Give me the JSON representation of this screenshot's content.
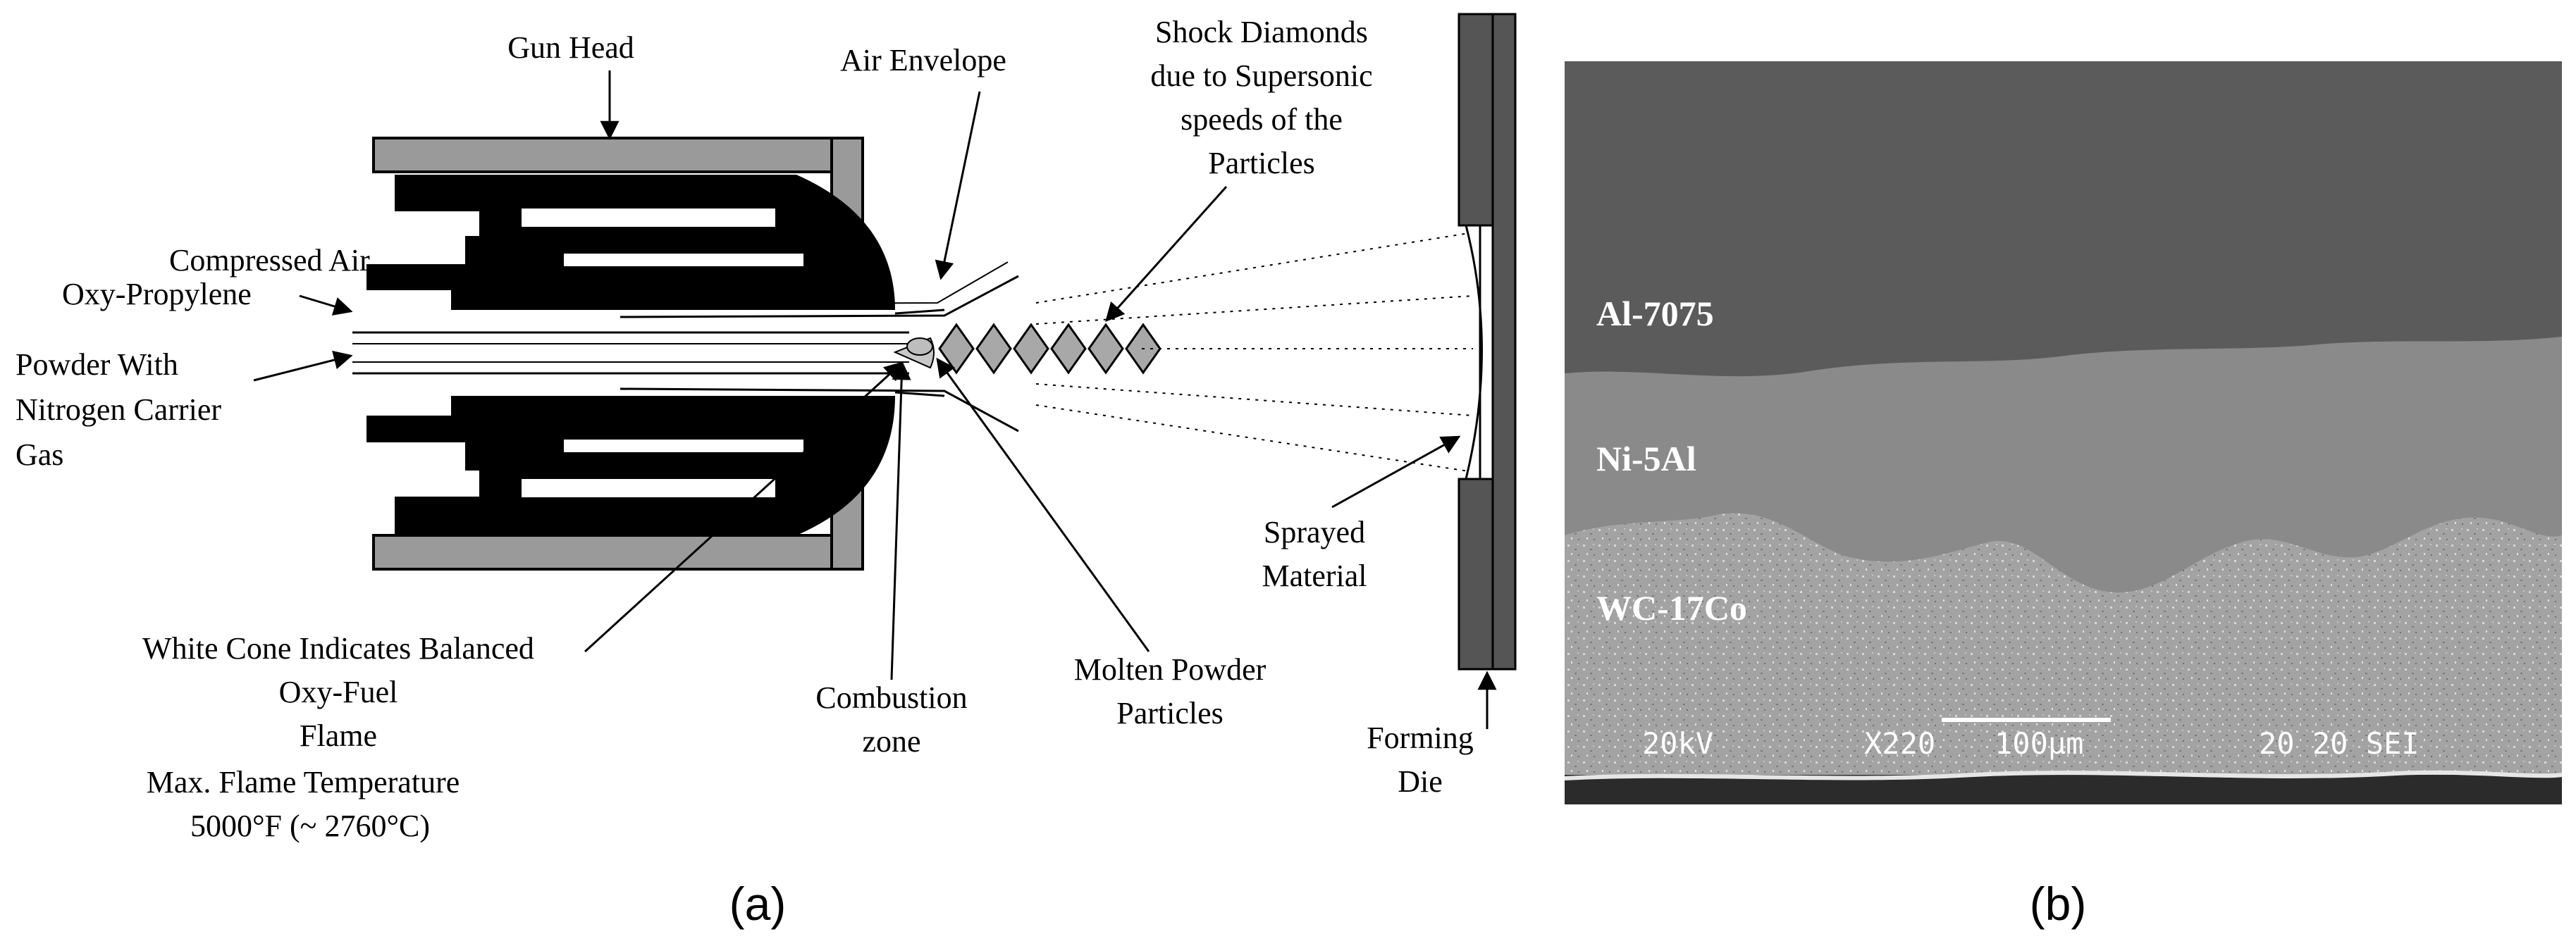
{
  "panel_a": {
    "labels": {
      "gun_head": "Gun Head",
      "air_envelope": "Air Envelope",
      "shock_1": "Shock Diamonds",
      "shock_2": "due to Supersonic",
      "shock_3": "speeds of the",
      "shock_4": "Particles",
      "compressed_air": "Compressed Air",
      "oxy_propylene": "Oxy-Propylene",
      "powder_1": "Powder With",
      "powder_2": "Nitrogen Carrier",
      "powder_3": "Gas",
      "sprayed_1": "Sprayed",
      "sprayed_2": "Material",
      "white_cone_1": "White Cone Indicates Balanced",
      "white_cone_2": "Oxy-Fuel",
      "white_cone_3": "Flame",
      "white_cone_4": "Max. Flame Temperature",
      "white_cone_5": "5000°F (~ 2760°C)",
      "combustion_1": "Combustion",
      "combustion_2": "zone",
      "molten_1": "Molten Powder",
      "molten_2": "Particles",
      "forming_1": "Forming",
      "forming_2": "Die"
    },
    "caption": "(a)"
  },
  "panel_b": {
    "layers": {
      "top": "Al-7075",
      "middle": "Ni-5Al",
      "bottom": "WC-17Co"
    },
    "sem_bar": {
      "voltage": "20kV",
      "magnification": "X220",
      "scale": "100µm",
      "info": "20 20 SEI"
    },
    "caption": "(b)"
  },
  "colors": {
    "gun_body": "#000000",
    "gun_shell": "#9a9a9a",
    "die": "#555555",
    "diamond": "#a8a8a8",
    "al_layer": "#5b5b5b",
    "ni_layer": "#8a8a8a",
    "wc_layer": "#a2a2a2"
  }
}
